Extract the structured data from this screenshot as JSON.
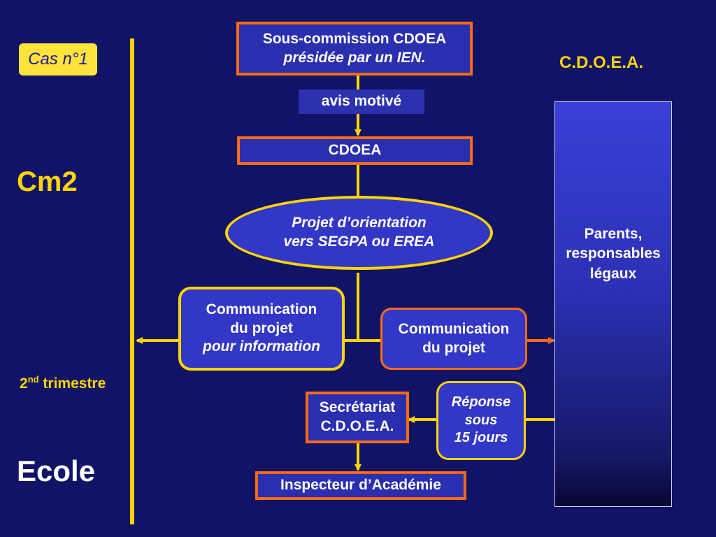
{
  "left": {
    "case_label": "Cas n°1",
    "level": "Cm2",
    "term_prefix": "2",
    "term_sup": "nd",
    "term_rest": " trimestre",
    "school": "Ecole"
  },
  "right": {
    "title": "C.D.O.E.A.",
    "parents": [
      "Parents,",
      "responsables",
      "légaux"
    ]
  },
  "flow": {
    "subcommission_line1": "Sous-commission CDOEA",
    "subcommission_line2": "présidée par un IEN.",
    "avis": "avis motivé",
    "cdoea": "CDOEA",
    "projet_line1": "Projet d’orientation",
    "projet_line2": "vers SEGPA ou EREA",
    "comm_info_line1": "Communication",
    "comm_info_line2": "du projet",
    "comm_info_line3": "pour information",
    "comm_line1": "Communication",
    "comm_line2": "du projet",
    "reponse_line1": "Réponse",
    "reponse_line2": "sous",
    "reponse_line3": "15 jours",
    "secretariat_line1": "Secrétariat",
    "secretariat_line2": "C.D.O.E.A.",
    "inspecteur": "Inspecteur d’Académie"
  },
  "colors": {
    "background": "#111466",
    "yellow": "#ffd400",
    "orange": "#ff6a12",
    "box_fill": "#3237c8"
  }
}
